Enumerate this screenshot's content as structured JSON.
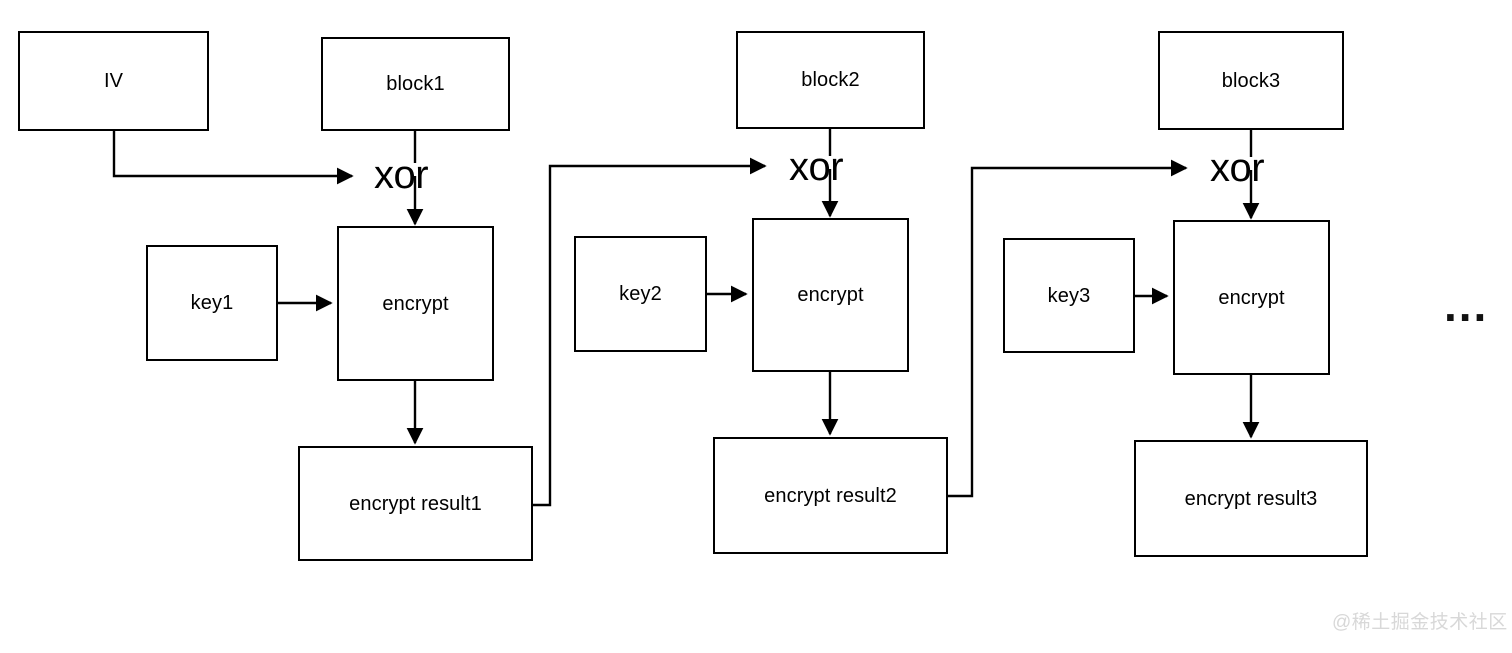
{
  "diagram": {
    "title": "CBC mode block cipher encryption chain",
    "ink_color": "#000000",
    "background_color": "#ffffff",
    "watermark_color": "#d8d8d8"
  },
  "nodes": {
    "iv": {
      "label": "IV"
    },
    "block1": {
      "label": "block1"
    },
    "block2": {
      "label": "block2"
    },
    "block3": {
      "label": "block3"
    },
    "key1": {
      "label": "key1"
    },
    "key2": {
      "label": "key2"
    },
    "key3": {
      "label": "key3"
    },
    "encrypt1": {
      "label": "encrypt"
    },
    "encrypt2": {
      "label": "encrypt"
    },
    "encrypt3": {
      "label": "encrypt"
    },
    "result1": {
      "label": "encrypt result1"
    },
    "result2": {
      "label": "encrypt result2"
    },
    "result3": {
      "label": "encrypt result3"
    }
  },
  "operators": {
    "xor1": {
      "label": "xor"
    },
    "xor2": {
      "label": "xor"
    },
    "xor3": {
      "label": "xor"
    }
  },
  "continuation": {
    "label": "..."
  },
  "watermark": {
    "label": "@稀土掘金技术社区"
  }
}
